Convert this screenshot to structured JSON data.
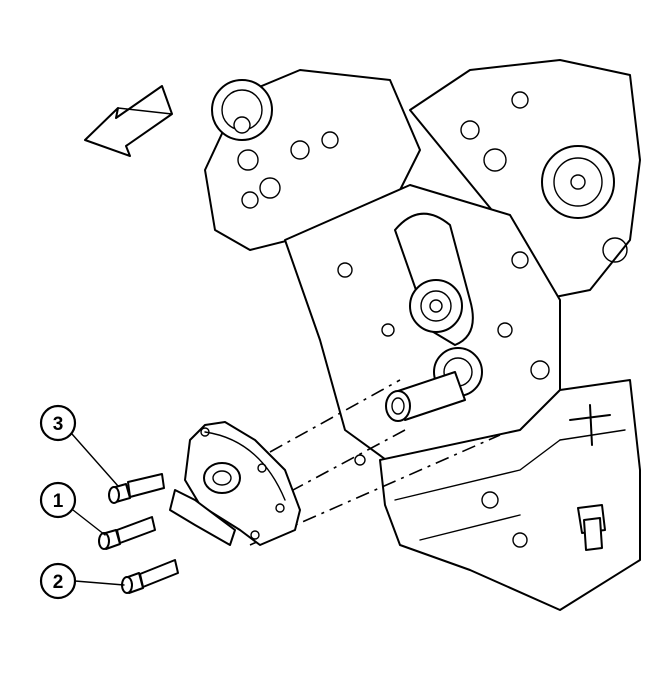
{
  "callouts": [
    {
      "id": "callout-3",
      "label": "3"
    },
    {
      "id": "callout-1",
      "label": "1"
    },
    {
      "id": "callout-2",
      "label": "2"
    }
  ],
  "icons": {
    "direction": "front-of-engine-arrow-icon"
  },
  "colors": {
    "line": "#000000",
    "background": "#ffffff"
  }
}
